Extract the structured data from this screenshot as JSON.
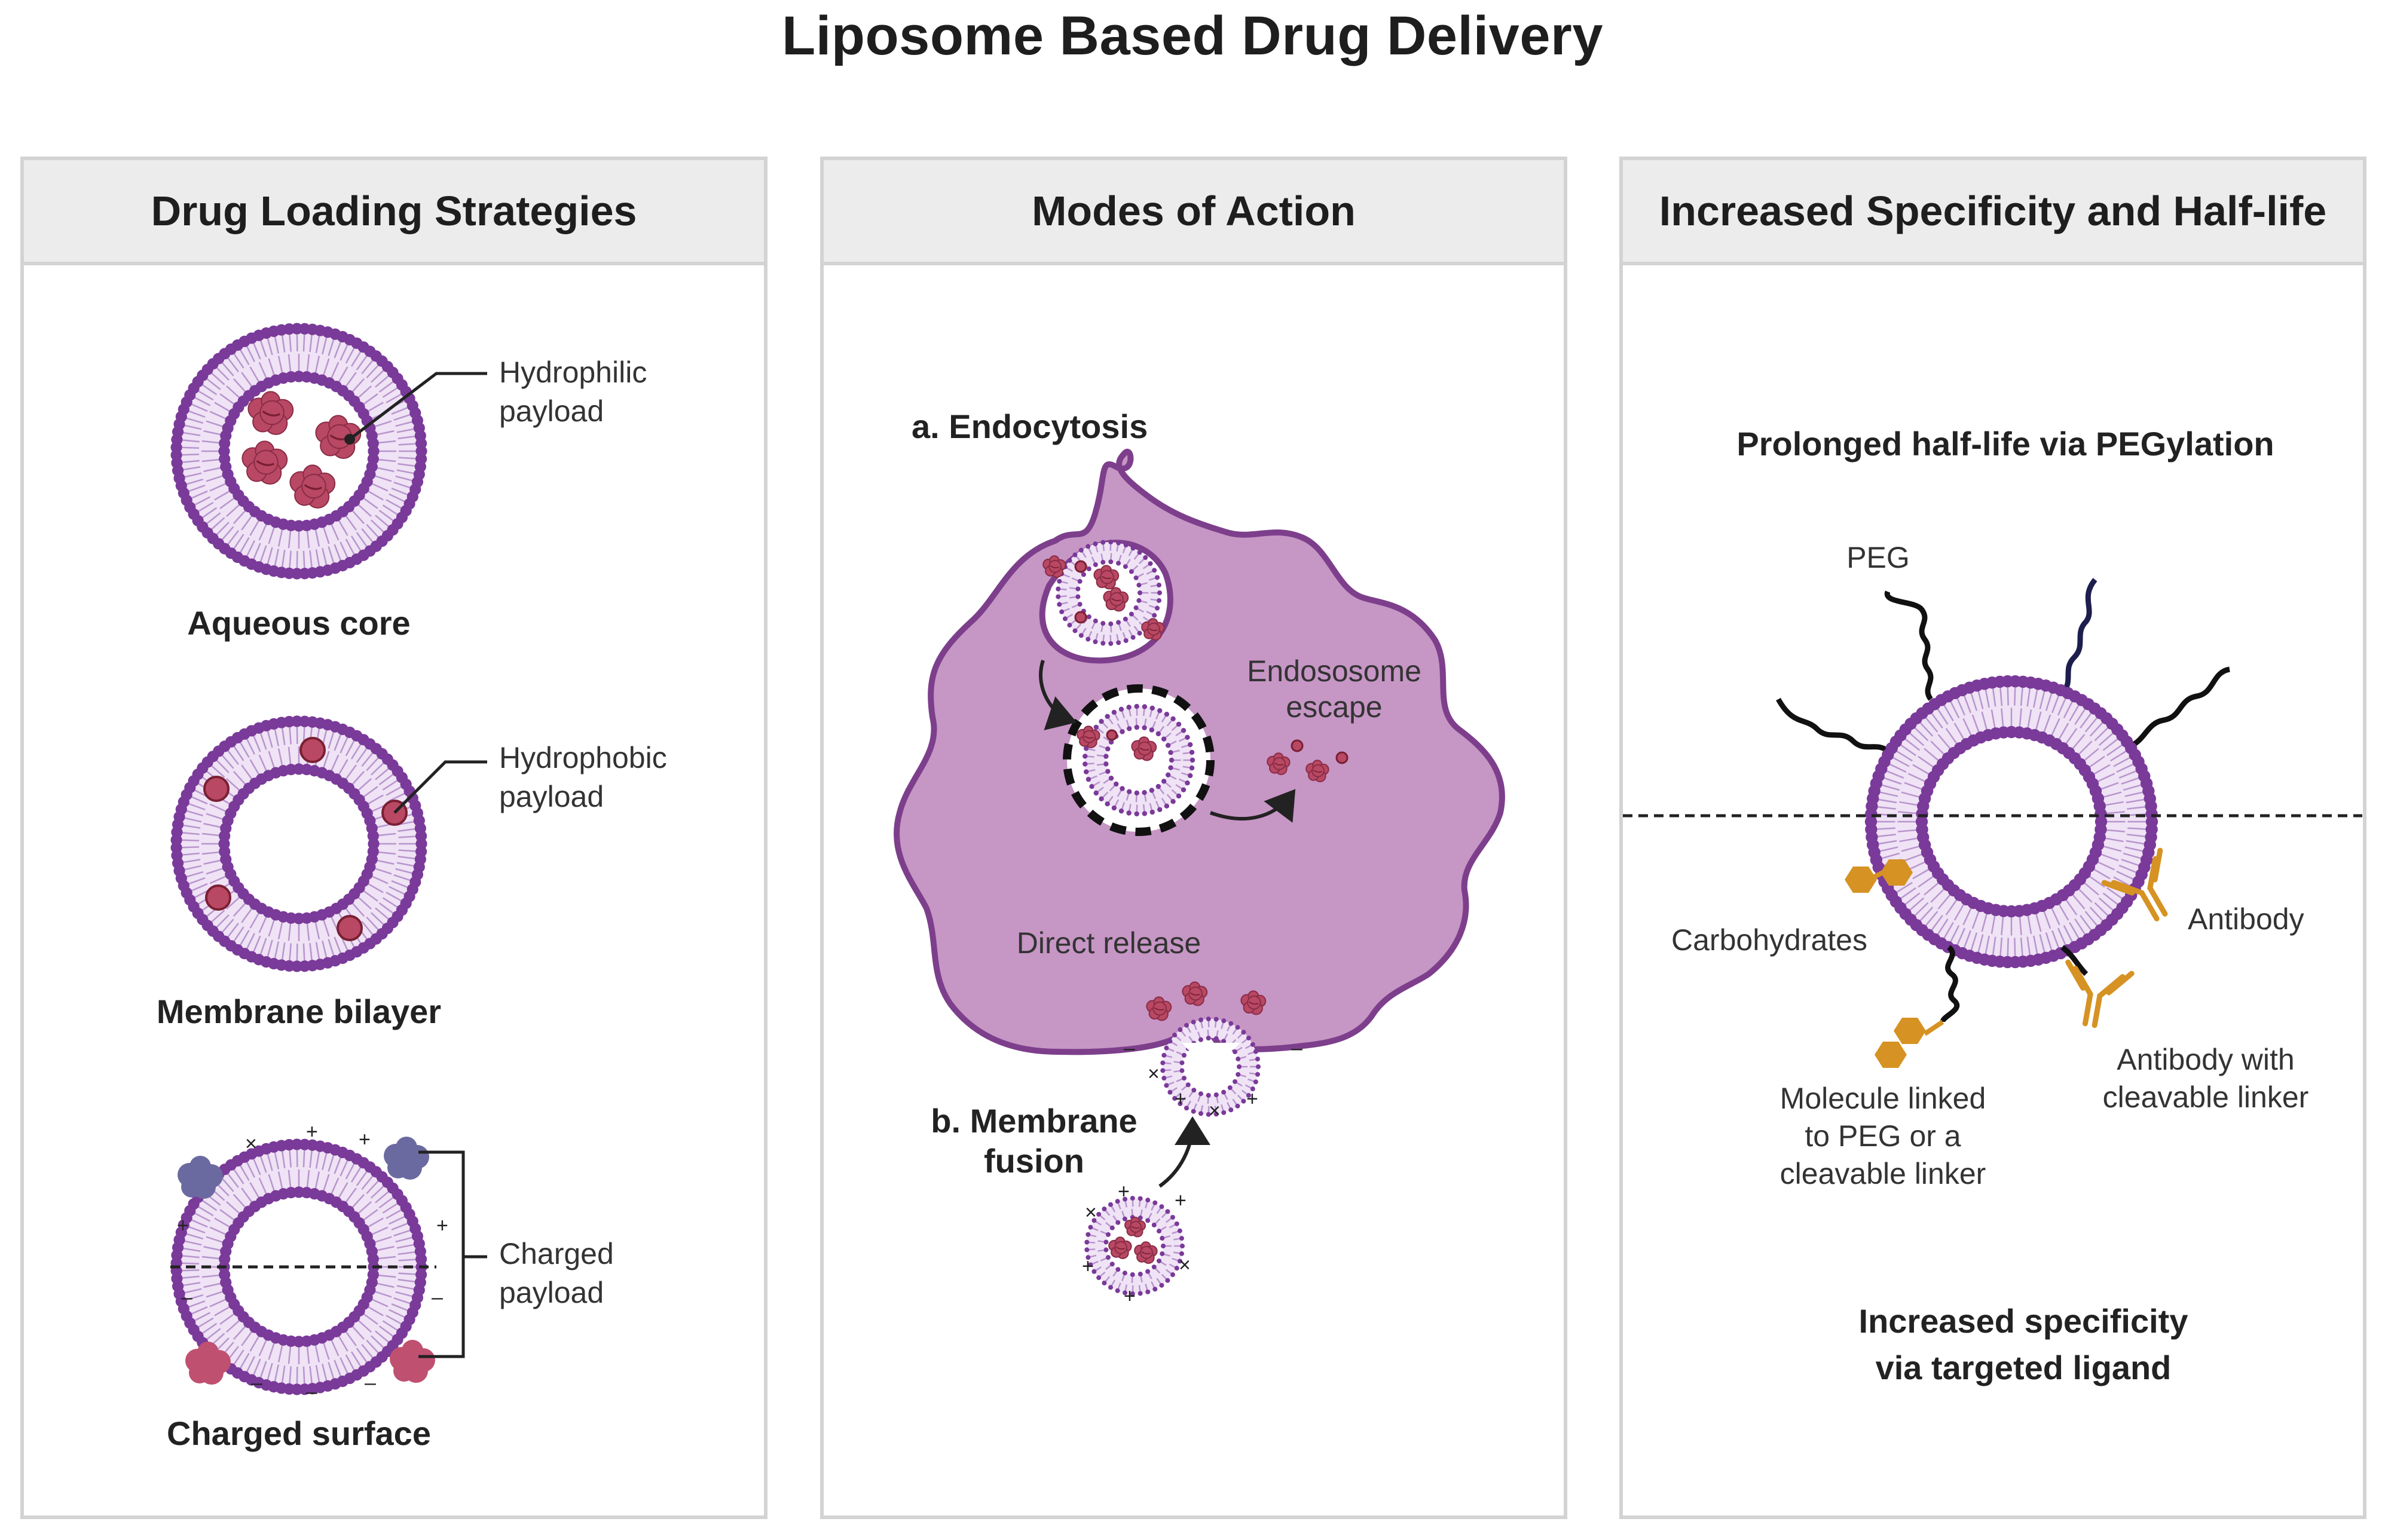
{
  "title": "Liposome Based Drug Delivery",
  "colors": {
    "membrane": "#7a3a99",
    "membrane_inner": "#b895cd",
    "cell": "#c696c5",
    "cell_edge": "#7d3f8c",
    "payload": "#b84863",
    "ligand": "#d69222",
    "peg": "#111111",
    "charged_blue": "#6b6aa0"
  },
  "panels": {
    "loading": {
      "header": "Drug Loading Strategies",
      "aqueous_core": "Aqueous core",
      "hydrophilic_1": "Hydrophilic",
      "hydrophilic_2": "payload",
      "membrane_bilayer": "Membrane bilayer",
      "hydrophobic_1": "Hydrophobic",
      "hydrophobic_2": "payload",
      "charged_surface": "Charged surface",
      "charged_1": "Charged",
      "charged_2": "payload"
    },
    "action": {
      "header": "Modes of Action",
      "endocytosis": "a. Endocytosis",
      "escape_1": "Endososome",
      "escape_2": "escape",
      "direct_release": "Direct release",
      "fusion_1": "b. Membrane",
      "fusion_2": "fusion"
    },
    "specificity": {
      "header": "Increased Specificity and Half-life",
      "pegylation": "Prolonged half-life via PEGylation",
      "peg": "PEG",
      "carbohydrates": "Carbohydrates",
      "antibody": "Antibody",
      "antibody_linker_1": "Antibody with",
      "antibody_linker_2": "cleavable linker",
      "molecule_1": "Molecule linked",
      "molecule_2": "to PEG or a",
      "molecule_3": "cleavable linker",
      "targeted_1": "Increased specificity",
      "targeted_2": "via targeted ligand"
    }
  }
}
